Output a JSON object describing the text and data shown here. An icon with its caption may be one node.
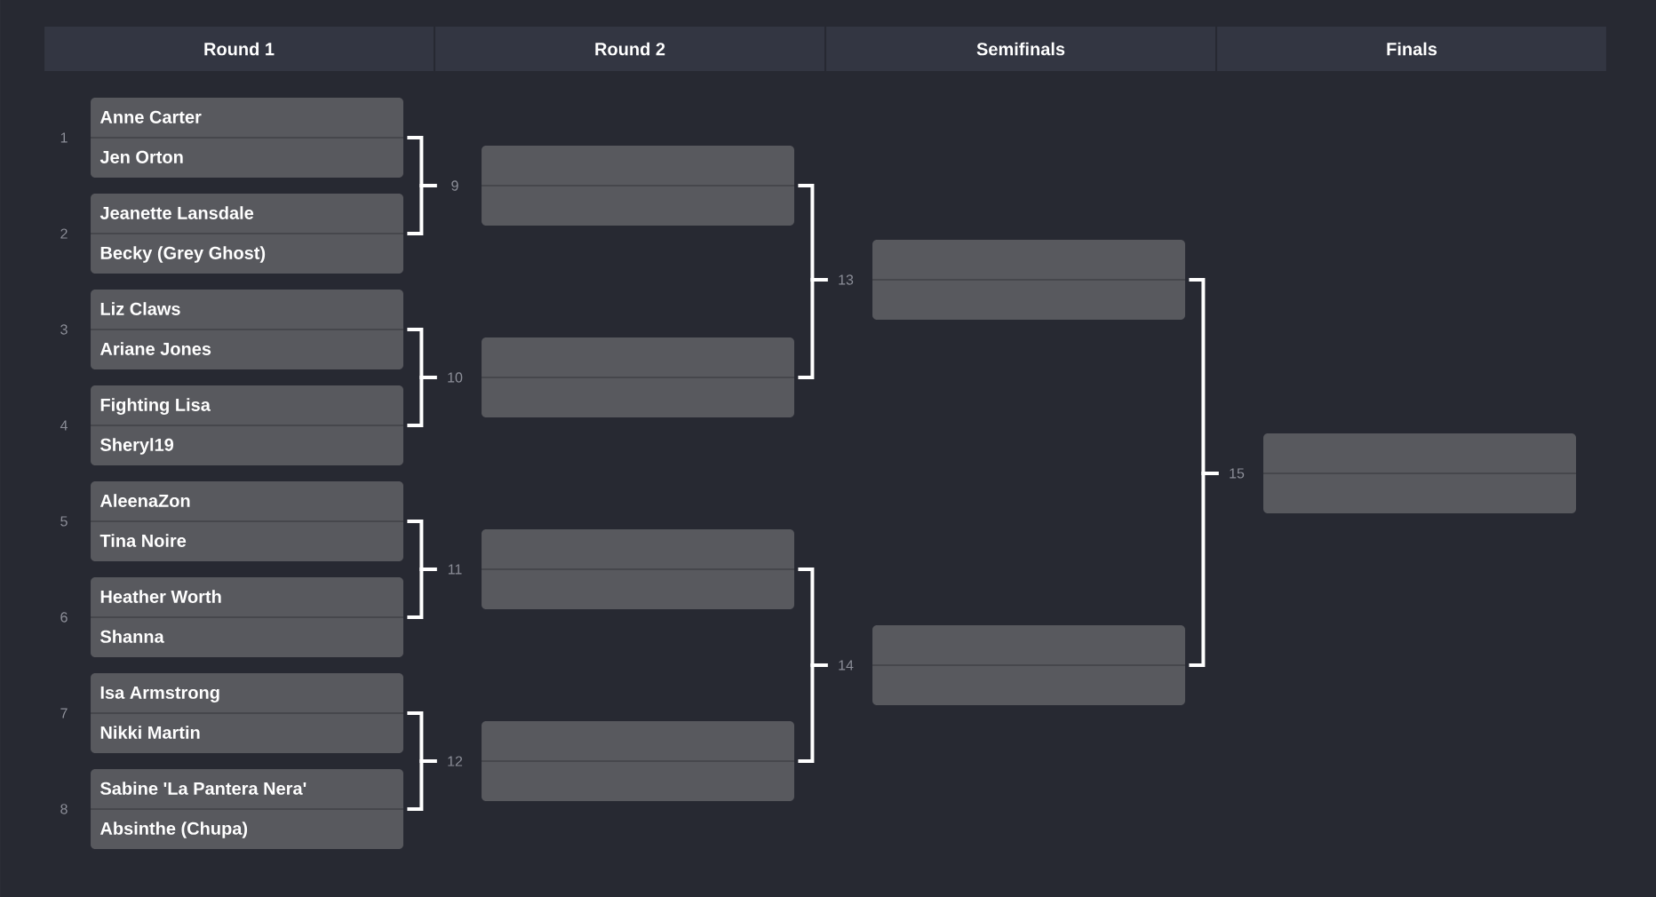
{
  "diagram": {
    "nodes": [
      {
        "text": [
          "Round 1"
        ]
      },
      {
        "text": [
          "Round 2"
        ]
      },
      {
        "text": [
          "Semifinals"
        ]
      },
      {
        "text": [
          "Finals"
        ]
      },
      {
        "text": [
          "Anne Carter",
          "Jen Orton"
        ],
        "beside": [
          "1"
        ]
      },
      {
        "text": [
          "Jeanette Lansdale",
          "Becky (Grey Ghost)"
        ],
        "beside": [
          "2"
        ]
      },
      {
        "text": [
          "Liz Claws",
          "Ariane Jones"
        ],
        "beside": [
          "3"
        ]
      },
      {
        "text": [
          "Fighting Lisa",
          "Sheryl19"
        ],
        "beside": [
          "4"
        ]
      },
      {
        "text": [
          "AleenaZon",
          "Tina Noire"
        ],
        "beside": [
          "5"
        ]
      },
      {
        "text": [
          "Heather Worth",
          "Shanna"
        ],
        "beside": [
          "6"
        ]
      },
      {
        "text": [
          "Isa Armstrong",
          "Nikki Martin"
        ],
        "beside": [
          "7"
        ]
      },
      {
        "text": [
          "Sabine 'La Pantera Nera'",
          "Absinthe (Chupa)"
        ],
        "beside": [
          "8"
        ]
      },
      {
        "text": [],
        "shape": "box",
        "beside": [
          "9"
        ]
      },
      {
        "text": [],
        "shape": "box",
        "beside": [
          "10"
        ]
      },
      {
        "text": [],
        "shape": "box",
        "beside": [
          "11"
        ]
      },
      {
        "text": [],
        "shape": "box",
        "beside": [
          "12"
        ]
      },
      {
        "text": [],
        "shape": "box",
        "beside": [
          "13"
        ]
      },
      {
        "text": [],
        "shape": "box",
        "beside": [
          "14"
        ]
      },
      {
        "text": [],
        "shape": "box",
        "beside": [
          "15"
        ]
      }
    ],
    "edges": [
      {
        "from": 4,
        "to": 12,
        "arrow": "none"
      },
      {
        "from": 5,
        "to": 12,
        "arrow": "none"
      },
      {
        "from": 6,
        "to": 13,
        "arrow": "none"
      },
      {
        "from": 7,
        "to": 13,
        "arrow": "none"
      },
      {
        "from": 8,
        "to": 14,
        "arrow": "none"
      },
      {
        "from": 9,
        "to": 14,
        "arrow": "none"
      },
      {
        "from": 10,
        "to": 15,
        "arrow": "none"
      },
      {
        "from": 11,
        "to": 15,
        "arrow": "none"
      },
      {
        "from": 12,
        "to": 16,
        "arrow": "none"
      },
      {
        "from": 13,
        "to": 16,
        "arrow": "none"
      },
      {
        "from": 14,
        "to": 17,
        "arrow": "none"
      },
      {
        "from": 15,
        "to": 17,
        "arrow": "none"
      },
      {
        "from": 16,
        "to": 18,
        "arrow": "none"
      },
      {
        "from": 17,
        "to": 18,
        "arrow": "none"
      }
    ]
  }
}
